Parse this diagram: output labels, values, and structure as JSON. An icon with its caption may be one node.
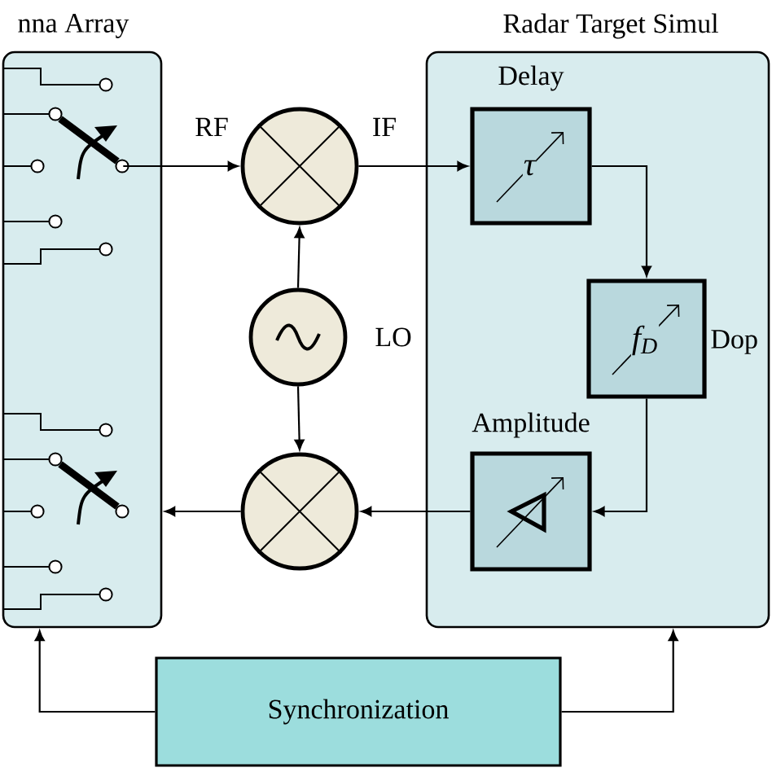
{
  "diagram": {
    "nodes": [
      {
        "text": [
          "nna Array"
        ]
      },
      {
        "text": [
          "Radar Target Simul"
        ]
      },
      {
        "text": [],
        "shape": "circle"
      },
      {
        "text": [],
        "shape": "circle",
        "beside": [
          "LO"
        ]
      },
      {
        "text": [
          "Delay",
          "τ"
        ],
        "in": 1
      },
      {
        "text": [
          "*f*$_{D}$"
        ],
        "in": 1,
        "beside": [
          "Dop"
        ]
      },
      {
        "text": [
          "Amplitude"
        ],
        "in": 1
      },
      {
        "text": [],
        "shape": "circle"
      },
      {
        "text": [
          "Synchronization"
        ]
      }
    ],
    "edges": [
      {
        "from": 0,
        "to": 2,
        "arrow": "to",
        "label": "RF"
      },
      {
        "from": 2,
        "to": 4,
        "arrow": "to",
        "label": "IF"
      },
      {
        "from": 4,
        "to": 5,
        "arrow": "to"
      },
      {
        "from": 5,
        "to": 6,
        "arrow": "to"
      },
      {
        "from": 6,
        "to": 7,
        "arrow": "to"
      },
      {
        "from": 7,
        "to": 0,
        "arrow": "to"
      },
      {
        "from": 3,
        "to": 2,
        "arrow": "to"
      },
      {
        "from": 3,
        "to": 7,
        "arrow": "to"
      },
      {
        "from": 8,
        "to": 0,
        "arrow": "to"
      },
      {
        "from": 8,
        "to": 1,
        "arrow": "to"
      }
    ]
  }
}
